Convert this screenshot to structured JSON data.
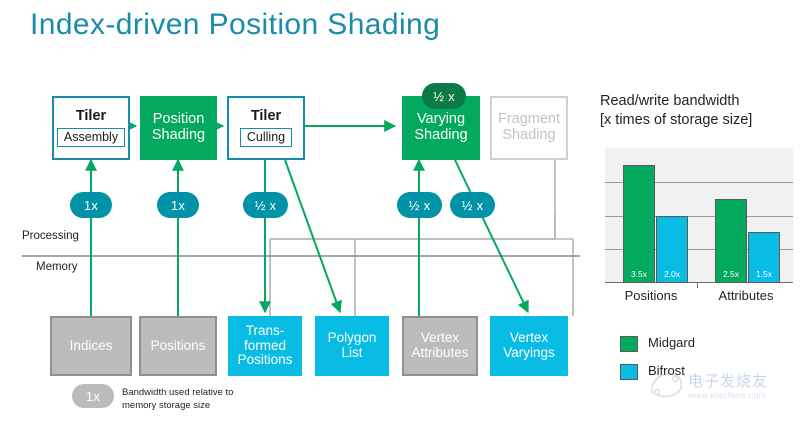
{
  "title": "Index-driven Position Shading",
  "colors": {
    "title": "#1a8cab",
    "green": "#03a95c",
    "cyan": "#08bce4",
    "badge_teal": "#0093a8",
    "gray_box": "#bcbcbc",
    "ghost": "#c2c2c2"
  },
  "pipeline": {
    "stages": [
      {
        "id": "tiler-assembly",
        "label": "Tiler",
        "sublabel": "Assembly",
        "style": "outline"
      },
      {
        "id": "position-shading",
        "label": "Position\nShading",
        "sublabel": "",
        "style": "green"
      },
      {
        "id": "tiler-culling",
        "label": "Tiler",
        "sublabel": "Culling",
        "style": "outline"
      },
      {
        "id": "varying-shading",
        "label": "Varying\nShading",
        "sublabel": "",
        "style": "green",
        "badge": "½ x"
      },
      {
        "id": "fragment-shading",
        "label": "Fragment\nShading",
        "sublabel": "",
        "style": "ghost"
      }
    ]
  },
  "bandwidth_badges": [
    {
      "id": "badge-indices",
      "value": "1x"
    },
    {
      "id": "badge-positions",
      "value": "1x"
    },
    {
      "id": "badge-transformed-positions",
      "value": "½ x"
    },
    {
      "id": "badge-vertex-attributes",
      "value": "½ x"
    },
    {
      "id": "badge-vertex-varyings",
      "value": "½ x"
    }
  ],
  "bands": {
    "processing": "Processing",
    "memory": "Memory"
  },
  "memory_blocks": [
    {
      "id": "indices",
      "label": "Indices",
      "style": "gray"
    },
    {
      "id": "positions",
      "label": "Positions",
      "style": "gray"
    },
    {
      "id": "transformed-positions",
      "label": "Trans-\nformed\nPositions",
      "style": "cyan"
    },
    {
      "id": "polygon-list",
      "label": "Polygon\nList",
      "style": "cyan"
    },
    {
      "id": "vertex-attributes",
      "label": "Vertex\nAttributes",
      "style": "gray"
    },
    {
      "id": "vertex-varyings",
      "label": "Vertex\nVaryings",
      "style": "cyan"
    }
  ],
  "legend_note": {
    "badge": "1x",
    "text": "Bandwidth used relative to\nmemory  storage size"
  },
  "chart_data": {
    "type": "bar",
    "title": "Read/write bandwidth\n[x times of storage size]",
    "categories": [
      "Positions",
      "Attributes"
    ],
    "series": [
      {
        "name": "Midgard",
        "color": "#03a95c",
        "values": [
          3.5,
          2.5
        ],
        "labels": [
          "3.5x",
          "2.5x"
        ]
      },
      {
        "name": "Bifrost",
        "color": "#08bce4",
        "values": [
          2.0,
          1.5
        ],
        "labels": [
          "2.0x",
          "1.5x"
        ]
      }
    ],
    "ylim": [
      0,
      4
    ],
    "gridlines": [
      1,
      2,
      3
    ],
    "grid": true,
    "xlabel": "",
    "ylabel": "",
    "legend_position": "bottom-left"
  },
  "watermark": {
    "text": "电子发烧友",
    "url": "www.elecfans.com"
  }
}
